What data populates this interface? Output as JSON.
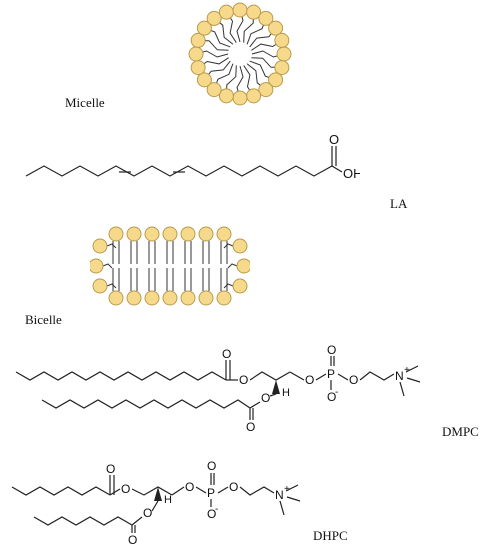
{
  "figure": {
    "labels": {
      "micelle": "Micelle",
      "la": "LA",
      "bicelle": "Bicelle",
      "dmpc": "DMPC",
      "dhpc": "DHPC"
    },
    "atoms": {
      "o": "O",
      "oh": "OH",
      "p": "P",
      "h": "H",
      "n_plus": "N",
      "plus": "+",
      "o_minus": "O",
      "minus": "-"
    },
    "colors": {
      "headgroup_fill": "#f6d98a",
      "headgroup_stroke": "#b89b4c",
      "bond": "#222222"
    }
  }
}
